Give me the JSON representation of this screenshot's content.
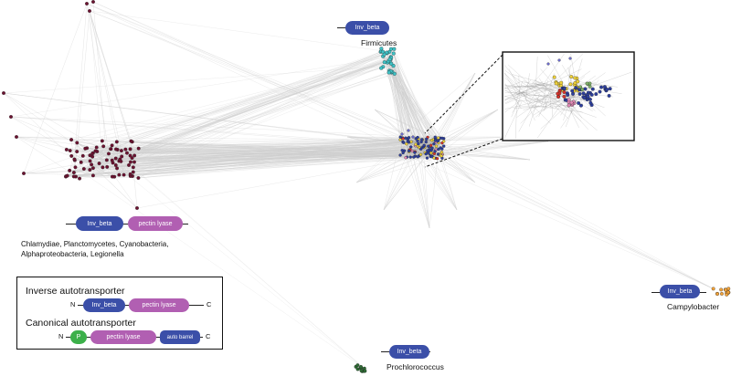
{
  "domains": {
    "inv_beta": "Inv_beta",
    "pectin_lyase": "pectin lyase",
    "p": "P",
    "auto_barrel": "auto barrel"
  },
  "labels": {
    "firmicutes": "Firmicutes",
    "chlamydiae": "Chlamydiae, Planctomycetes, Cyanobacteria,",
    "alphaproteo": "Alphaproteobacteria, Legionella",
    "campylobacter": "Campylobacter",
    "prochlorococcus": "Prochlorococcus"
  },
  "legend": {
    "inverse_title": "Inverse autotransporter",
    "canonical_title": "Canonical autotransporter",
    "n_terminus": "N",
    "c_terminus": "C"
  },
  "colors": {
    "edge": "#cfcfcf",
    "chlamydiae_cluster": "#6b1230",
    "firmicutes_cluster": "#3fc2c6",
    "campylobacter_cluster": "#f2a33a",
    "prochlorococcus_cluster": "#2e6b34",
    "central_blue": "#2d3f9e",
    "central_yellow": "#f0d23a",
    "central_red": "#d8342c",
    "inv_beta_domain": "#3b4fa8",
    "pectin_lyase_domain": "#b15fb2",
    "p_domain": "#3cb04a"
  }
}
